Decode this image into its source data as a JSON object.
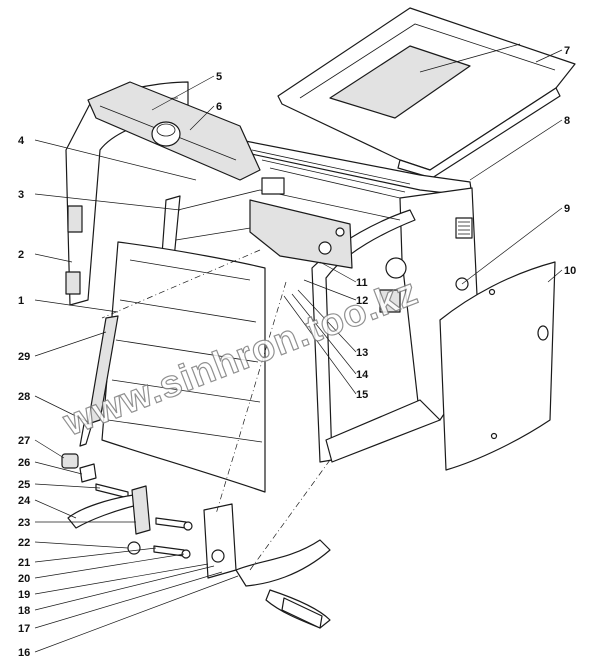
{
  "watermark": "www.sinhron.too.kz",
  "callouts": [
    {
      "id": "1",
      "label": "1"
    },
    {
      "id": "2",
      "label": "2"
    },
    {
      "id": "3",
      "label": "3"
    },
    {
      "id": "4",
      "label": "4"
    },
    {
      "id": "5",
      "label": "5"
    },
    {
      "id": "6",
      "label": "6"
    },
    {
      "id": "7",
      "label": "7"
    },
    {
      "id": "8",
      "label": "8"
    },
    {
      "id": "9",
      "label": "9"
    },
    {
      "id": "10",
      "label": "10"
    },
    {
      "id": "11",
      "label": "11"
    },
    {
      "id": "12",
      "label": "12"
    },
    {
      "id": "13",
      "label": "13"
    },
    {
      "id": "14",
      "label": "14"
    },
    {
      "id": "15",
      "label": "15"
    },
    {
      "id": "16",
      "label": "16"
    },
    {
      "id": "17",
      "label": "17"
    },
    {
      "id": "18",
      "label": "18"
    },
    {
      "id": "19",
      "label": "19"
    },
    {
      "id": "20",
      "label": "20"
    },
    {
      "id": "21",
      "label": "21"
    },
    {
      "id": "22",
      "label": "22"
    },
    {
      "id": "23",
      "label": "23"
    },
    {
      "id": "24",
      "label": "24"
    },
    {
      "id": "25",
      "label": "25"
    },
    {
      "id": "26",
      "label": "26"
    },
    {
      "id": "27",
      "label": "27"
    },
    {
      "id": "28",
      "label": "28"
    },
    {
      "id": "29",
      "label": "29"
    }
  ]
}
